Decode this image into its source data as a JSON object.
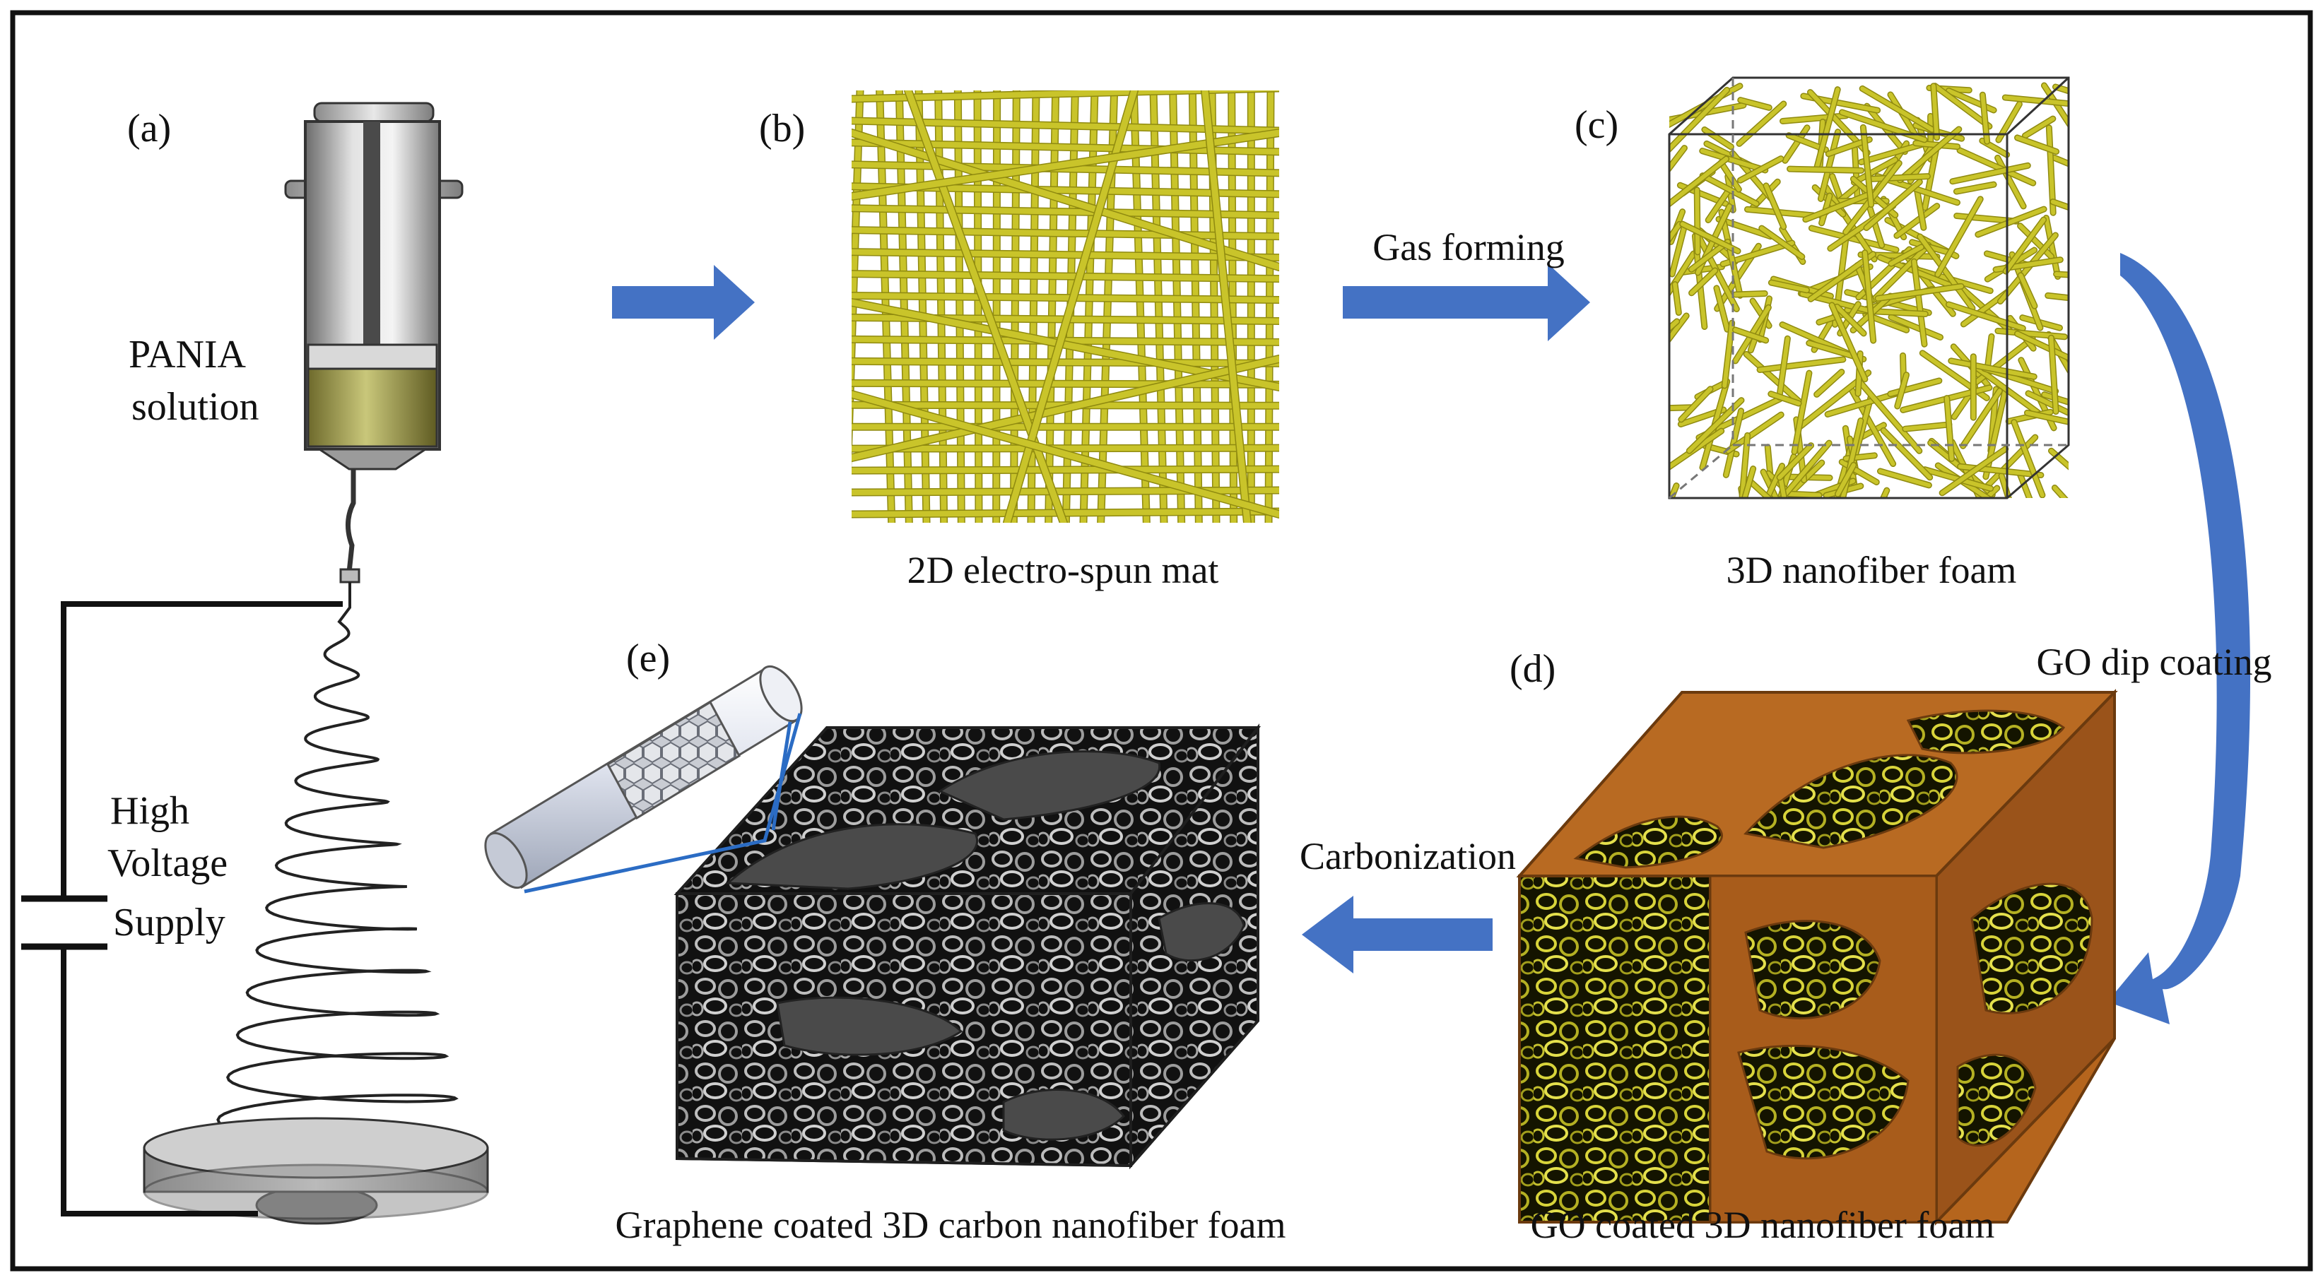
{
  "panels": {
    "a": {
      "tag": "(a)",
      "solution_label_1": "PANIA",
      "solution_label_2": "solution",
      "supply_label_1": "High",
      "supply_label_2": "Voltage",
      "supply_label_3": "Supply"
    },
    "b": {
      "tag": "(b)",
      "caption": "2D electro-spun mat"
    },
    "c": {
      "tag": "(c)",
      "caption": "3D nanofiber foam"
    },
    "d": {
      "tag": "(d)",
      "caption": "GO coated 3D nanofiber foam"
    },
    "e": {
      "tag": "(e)",
      "caption": "Graphene coated 3D carbon nanofiber foam"
    }
  },
  "steps": {
    "gas_forming": "Gas forming",
    "go_dip_coating": "GO dip coating",
    "carbonization": "Carbonization"
  },
  "colors": {
    "arrow": "#4472C4",
    "fiber": "#C9C42A",
    "fiber_dark": "#8F8A10",
    "go_coat": "#B5651D",
    "carbon": "#4A4A4A",
    "frame": "#111111"
  }
}
